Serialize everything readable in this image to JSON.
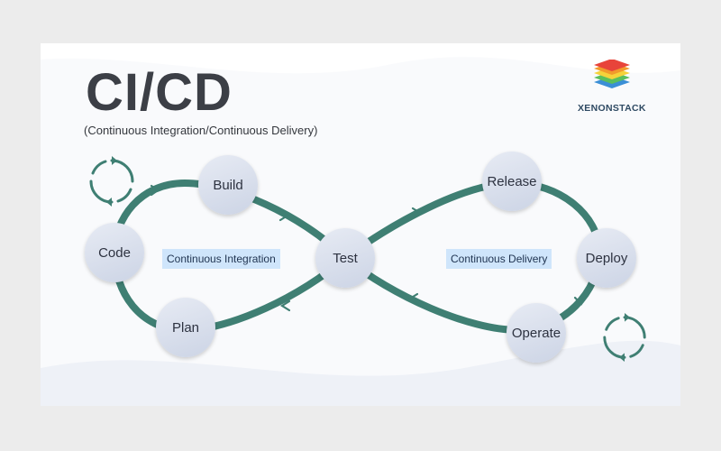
{
  "title": "CI/CD",
  "subtitle": "(Continuous Integration/Continuous Delivery)",
  "brand": {
    "name": "XENONSTACK",
    "logo_colors": [
      "#e8443a",
      "#f19a2b",
      "#f5d23a",
      "#5bbf5c",
      "#3b8fd6"
    ]
  },
  "stages": {
    "code": "Code",
    "build": "Build",
    "test": "Test",
    "plan": "Plan",
    "release": "Release",
    "deploy": "Deploy",
    "operate": "Operate"
  },
  "labels": {
    "ci": "Continuous Integration",
    "cd": "Continuous Delivery"
  },
  "colors": {
    "loop": "#3f7f73",
    "node": "#d5dcea",
    "tag": "#cfe5fb"
  },
  "icons": {
    "cycle": "refresh-cycle-icon",
    "arrow": "chevron-arrow-icon"
  }
}
